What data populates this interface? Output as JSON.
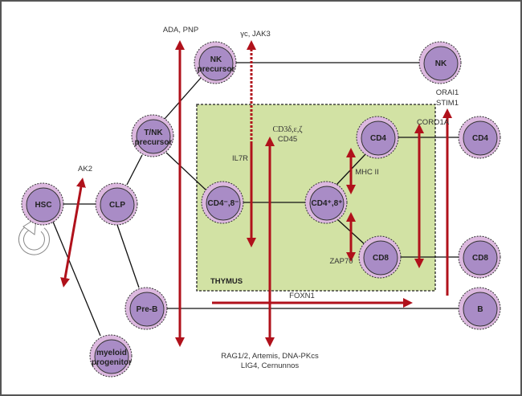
{
  "cells": {
    "hsc": [
      "HSC"
    ],
    "clp": [
      "CLP"
    ],
    "tnk": [
      "T/NK",
      "precursor"
    ],
    "nkp": [
      "NK",
      "precursor"
    ],
    "nk": [
      "NK"
    ],
    "dn": [
      "CD4⁻,8⁻"
    ],
    "dp": [
      "CD4⁺,8⁺"
    ],
    "cd4": [
      "CD4"
    ],
    "cd8": [
      "CD8"
    ],
    "cd4_out": [
      "CD4"
    ],
    "cd8_out": [
      "CD8"
    ],
    "preb": [
      "Pre-B"
    ],
    "b": [
      "B"
    ],
    "myeloid": [
      "myeloid",
      "progenitor"
    ]
  },
  "region": {
    "thymus": "THYMUS"
  },
  "genes": {
    "ada": "ADA, PNP",
    "jak3": "γc, JAK3",
    "il7r": "IL7R",
    "cd3": [
      "CD3δ,ε,ζ",
      "CD45"
    ],
    "mhc2": "MHC II",
    "zap70": "ZAP70",
    "coro1a": "CORO1A",
    "orai": [
      "ORAI1",
      "STIM1"
    ],
    "ak2": "AK2",
    "foxn1": "FOXN1",
    "rag": [
      "RAG1/2, Artemis, DNA-PKcs",
      "LIG4, Cernunnos"
    ]
  },
  "colors": {
    "arrow": "#b0111b",
    "cell_outer": "#dcb8df",
    "cell_inner": "#a98cc6",
    "thymus_fill": "#d2e2a4"
  },
  "icons": {
    "self_renewal": "circular-arrow-icon"
  }
}
